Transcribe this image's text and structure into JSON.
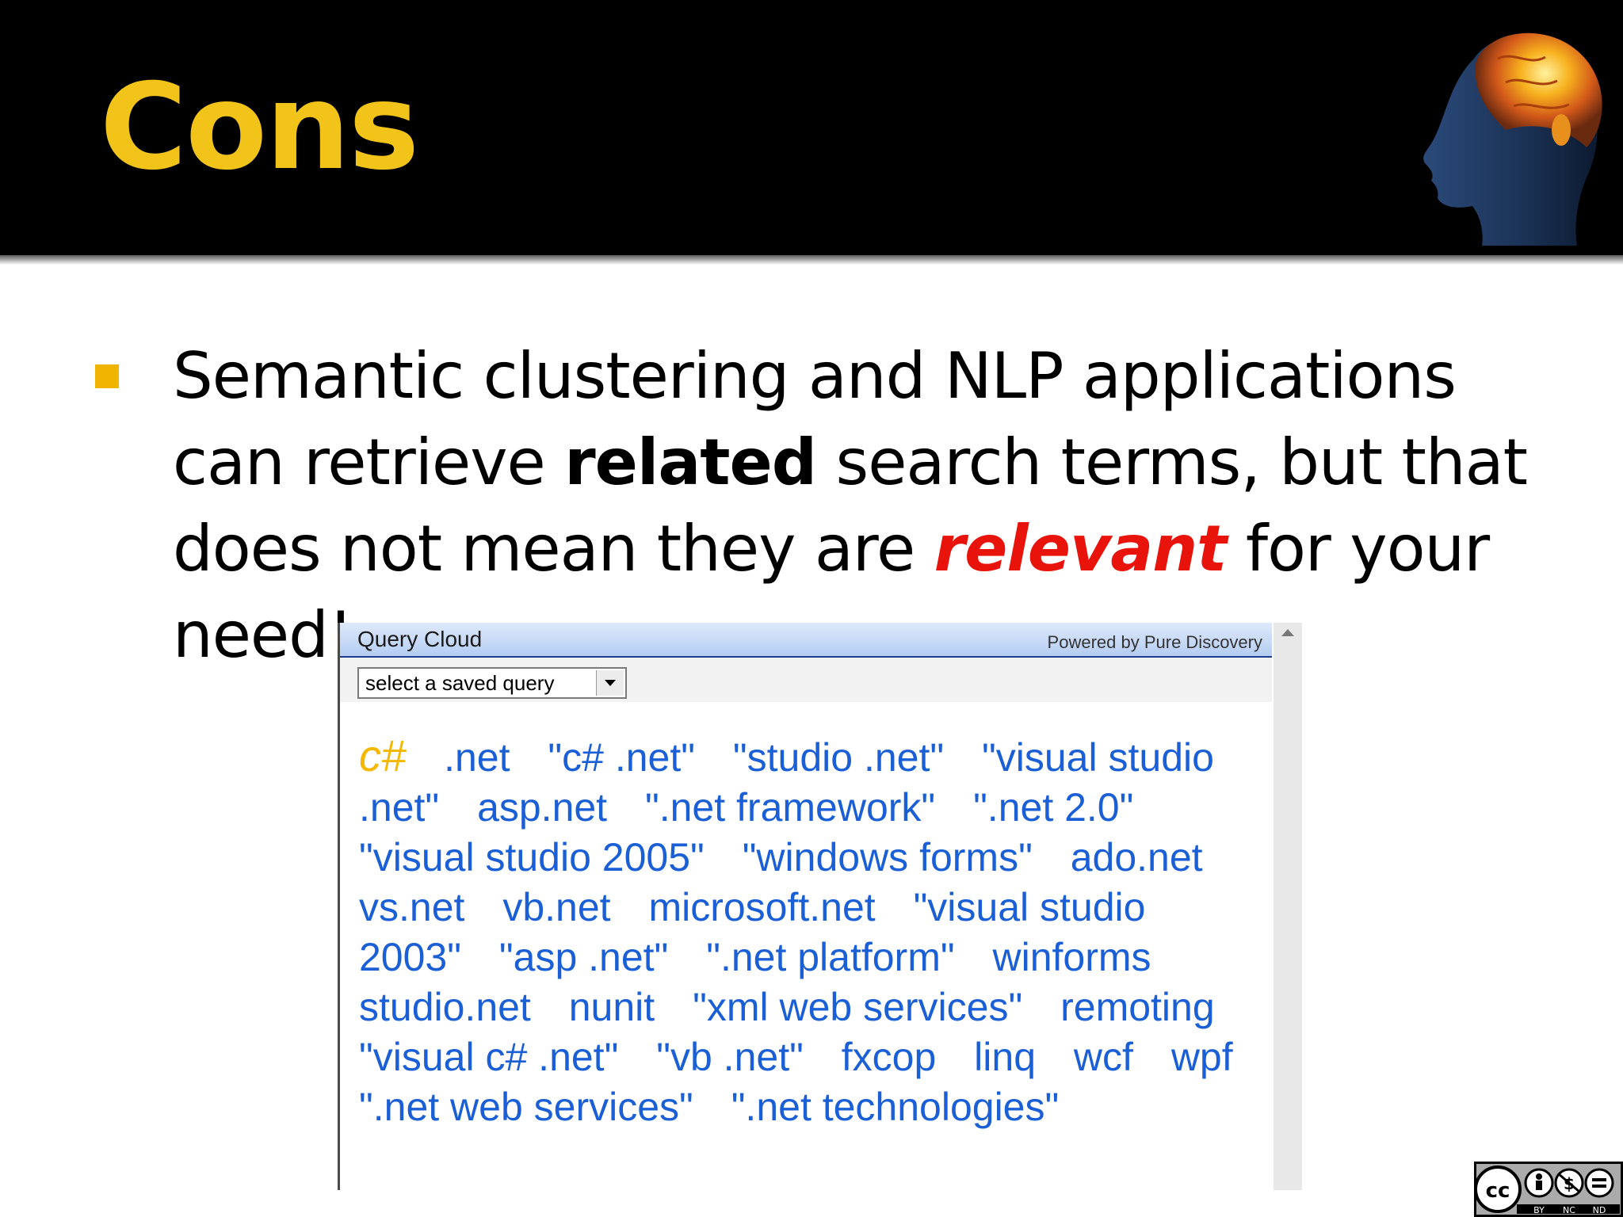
{
  "slide": {
    "title": "Cons",
    "bullet": {
      "part1": "Semantic clustering and NLP applications can retrieve ",
      "strong": "related",
      "part2": " search terms, but that does not mean they are ",
      "emphasis": "relevant",
      "part3": " for your need!"
    }
  },
  "widget": {
    "title": "Query Cloud",
    "powered_by": "Powered by Pure Discovery",
    "select_label": "select a saved query",
    "main_term": "c#",
    "terms": [
      ".net",
      "\"c# .net\"",
      "\"studio .net\"",
      "\"visual studio .net\"",
      "asp.net",
      "\".net framework\"",
      "\".net 2.0\"",
      "\"visual studio 2005\"",
      "\"windows forms\"",
      "ado.net",
      "vs.net",
      "vb.net",
      "microsoft.net",
      "\"visual studio 2003\"",
      "\"asp .net\"",
      "\".net platform\"",
      "winforms",
      "studio.net",
      "nunit",
      "\"xml web services\"",
      "remoting",
      "\"visual c# .net\"",
      "\"vb .net\"",
      "fxcop",
      "linq",
      "wcf",
      "wpf",
      "\".net web services\"",
      "\".net technologies\""
    ]
  },
  "license": {
    "icons": [
      "cc-icon",
      "by-icon",
      "nc-icon",
      "nd-icon"
    ],
    "labels": [
      "BY",
      "NC",
      "ND"
    ]
  },
  "colors": {
    "title": "#f2c318",
    "bullet": "#f0b400",
    "emphasis": "#e8140c",
    "cloud_term": "#1a5fd6",
    "cloud_main_term": "#f4b800"
  }
}
